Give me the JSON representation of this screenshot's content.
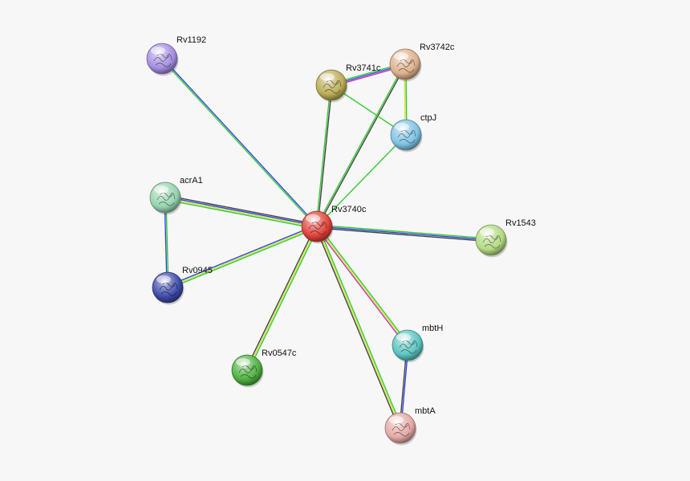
{
  "network": {
    "nodes": [
      {
        "id": "Rv3740c",
        "label": "Rv3740c",
        "color": "#e0423a",
        "query": true
      },
      {
        "id": "Rv1192",
        "label": "Rv1192",
        "color": "#a48ee0"
      },
      {
        "id": "Rv3741c",
        "label": "Rv3741c",
        "color": "#b9ac55"
      },
      {
        "id": "Rv3742c",
        "label": "Rv3742c",
        "color": "#ddb08c"
      },
      {
        "id": "ctpJ",
        "label": "ctpJ",
        "color": "#7fc2e3"
      },
      {
        "id": "acrA1",
        "label": "acrA1",
        "color": "#96d3ae"
      },
      {
        "id": "Rv0945",
        "label": "Rv0945",
        "color": "#3d4aa8"
      },
      {
        "id": "Rv1543",
        "label": "Rv1543",
        "color": "#b3da83"
      },
      {
        "id": "mbtH",
        "label": "mbtH",
        "color": "#5bc4c0"
      },
      {
        "id": "Rv0547c",
        "label": "Rv0547c",
        "color": "#4fb040"
      },
      {
        "id": "mbtA",
        "label": "mbtA",
        "color": "#e4a9a4"
      }
    ],
    "edges": [
      {
        "from": "Rv3740c",
        "to": "Rv1192",
        "evidence": [
          "green",
          "blue"
        ]
      },
      {
        "from": "Rv3740c",
        "to": "Rv3741c",
        "evidence": [
          "green",
          "dark"
        ]
      },
      {
        "from": "Rv3740c",
        "to": "Rv3742c",
        "evidence": [
          "green",
          "dark"
        ]
      },
      {
        "from": "Rv3740c",
        "to": "ctpJ",
        "evidence": [
          "green"
        ]
      },
      {
        "from": "Rv3740c",
        "to": "acrA1",
        "evidence": [
          "green",
          "yellow",
          "blue",
          "dark"
        ]
      },
      {
        "from": "Rv3740c",
        "to": "Rv0945",
        "evidence": [
          "green",
          "yellow",
          "blue"
        ]
      },
      {
        "from": "Rv3740c",
        "to": "Rv1543",
        "evidence": [
          "green",
          "blue",
          "dark"
        ]
      },
      {
        "from": "Rv3740c",
        "to": "mbtH",
        "evidence": [
          "green",
          "yellow",
          "magenta"
        ]
      },
      {
        "from": "Rv3740c",
        "to": "Rv0547c",
        "evidence": [
          "green",
          "yellow",
          "dark"
        ]
      },
      {
        "from": "Rv3740c",
        "to": "mbtA",
        "evidence": [
          "green",
          "yellow",
          "dark"
        ]
      },
      {
        "from": "acrA1",
        "to": "Rv0945",
        "evidence": [
          "green",
          "blue"
        ]
      },
      {
        "from": "Rv3741c",
        "to": "Rv3742c",
        "evidence": [
          "green",
          "blue",
          "magenta"
        ]
      },
      {
        "from": "Rv3741c",
        "to": "ctpJ",
        "evidence": [
          "green"
        ]
      },
      {
        "from": "Rv3742c",
        "to": "ctpJ",
        "evidence": [
          "green",
          "yellow"
        ]
      },
      {
        "from": "mbtH",
        "to": "mbtA",
        "evidence": [
          "blue",
          "dark"
        ]
      }
    ],
    "evidence_colors": {
      "green": "#33cc33",
      "blue": "#2f45e6",
      "yellow": "#d8e23a",
      "dark": "#444444",
      "magenta": "#c832b6"
    }
  }
}
